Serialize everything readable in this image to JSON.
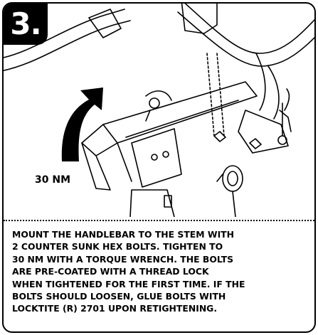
{
  "step": {
    "number": "3."
  },
  "diagram": {
    "torque_label": "30 NM"
  },
  "instructions": {
    "text": "MOUNT THE HANDLEBAR TO THE STEM WITH\n2 COUNTER SUNK HEX BOLTS. TIGHTEN TO\n30 NM WITH A TORQUE WRENCH. THE BOLTS\nARE PRE-COATED WITH A THREAD LOCK\nWHEN TIGHTENED FOR THE FIRST TIME. IF THE\nBOLTS SHOULD LOOSEN,  GLUE BOLTS WITH\nLOCKTITE (R) 2701 UPON RETIGHTENING."
  },
  "colors": {
    "ink": "#000000",
    "paper": "#ffffff"
  }
}
